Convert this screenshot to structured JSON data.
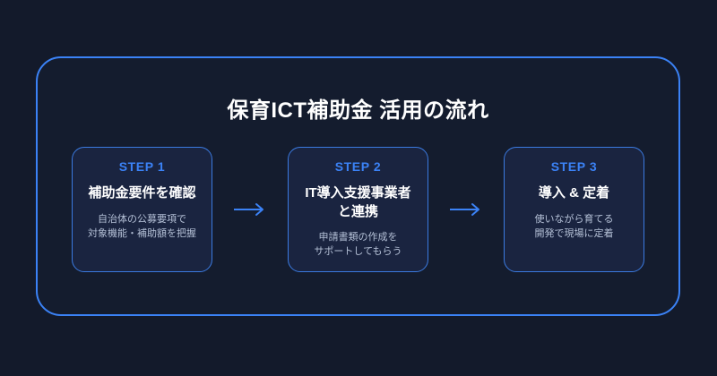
{
  "page": {
    "background_color": "#131a2b",
    "frame_border_color": "#3b82f6",
    "frame_background_color": "#141c2e"
  },
  "flow": {
    "title": "保育ICT補助金 活用の流れ",
    "accent_color": "#3b82f6",
    "card_background_color": "#1a2440",
    "card_border_color": "#3b7ae0",
    "heading_color": "#ffffff",
    "description_color": "#b4c0d6",
    "connector_icon": "arrow-right-icon",
    "connector_glyph": "→",
    "steps": [
      {
        "label": "STEP 1",
        "heading": "補助金要件を確認",
        "description": "自治体の公募要項で\n対象機能・補助額を把握"
      },
      {
        "label": "STEP 2",
        "heading": "IT導入支援事業者\nと連携",
        "description": "申請書類の作成を\nサポートしてもらう"
      },
      {
        "label": "STEP 3",
        "heading": "導入 & 定着",
        "description": "使いながら育てる\n開発で現場に定着"
      }
    ]
  }
}
